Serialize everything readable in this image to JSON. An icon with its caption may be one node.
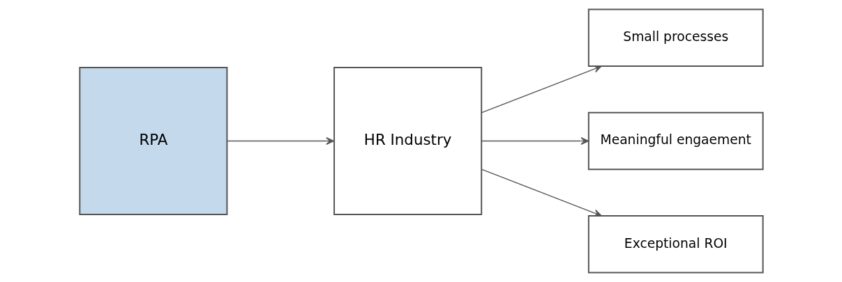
{
  "diagram": {
    "nodes": [
      {
        "text": [
          "RPA"
        ]
      },
      {
        "text": [
          "HR Industry"
        ]
      },
      {
        "text": [
          "Small processes"
        ]
      },
      {
        "text": [
          "Meaningful engaement"
        ]
      },
      {
        "text": [
          "Exceptional ROI"
        ]
      }
    ],
    "edges": [
      {
        "from": 0,
        "to": 1,
        "arrow": "to"
      },
      {
        "from": 1,
        "to": 2,
        "arrow": "to"
      },
      {
        "from": 1,
        "to": 3,
        "arrow": "to"
      },
      {
        "from": 1,
        "to": 4,
        "arrow": "to"
      }
    ]
  }
}
